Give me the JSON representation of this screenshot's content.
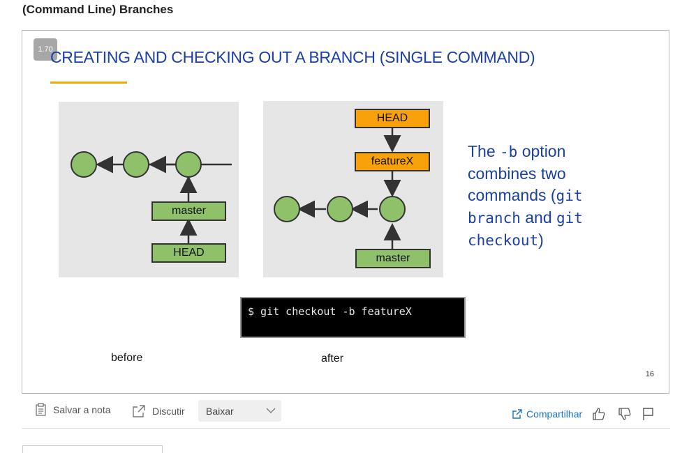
{
  "page": {
    "title": "(Command Line) Branches"
  },
  "slide": {
    "badge": "1.70",
    "title": "CREATING AND CHECKING OUT A BRANCH (SINGLE COMMAND)",
    "accent_color": "#f5a800",
    "title_color": "#1a3fa6",
    "before_diagram": {
      "master_label": "master",
      "head_label": "HEAD"
    },
    "after_diagram": {
      "head_label": "HEAD",
      "feature_label": "featureX",
      "master_label": "master"
    },
    "description": {
      "line1_a": "The ",
      "line1_code": "-b",
      "line1_b": " option",
      "line2": "combines two",
      "line3_a": "commands (",
      "line3_code": "git",
      "line4_code": "branch",
      "line4_b": " and ",
      "line4_code2": "git",
      "line5_code": "checkout",
      "line5_b": ")"
    },
    "terminal_command": "$ git checkout -b featureX",
    "caption_before": "before",
    "caption_after": "after",
    "slide_number": "16"
  },
  "toolbar": {
    "save_note": "Salvar a nota",
    "discuss": "Discutir",
    "download_select": "Baixar",
    "share": "Compartilhar",
    "share_color": "#1a73c9"
  }
}
